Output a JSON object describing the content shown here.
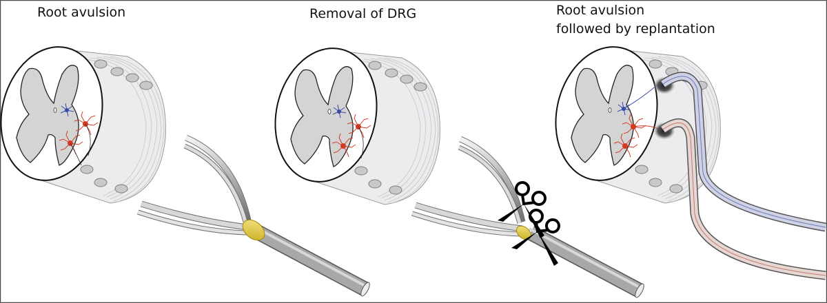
{
  "panels": [
    {
      "title": "Root avulsion"
    },
    {
      "title": "Removal of DRG"
    },
    {
      "title_lines": [
        "Root avulsion",
        "followed by replantation"
      ]
    }
  ],
  "colors": {
    "gray_matter": "#d4d4d4",
    "cord_shell": "#e6e6e8",
    "motor_neuron": "#d23a24",
    "sensory_neuron": "#3a4aa8",
    "drg": "#e8d040",
    "nerve": "#a8a8a8",
    "scissors": "#000000"
  },
  "icons": [
    "spinal-cord-section",
    "motor-neuron",
    "sensory-neuron",
    "nerve-root",
    "dorsal-root-ganglion",
    "scissors",
    "replanted-root"
  ]
}
